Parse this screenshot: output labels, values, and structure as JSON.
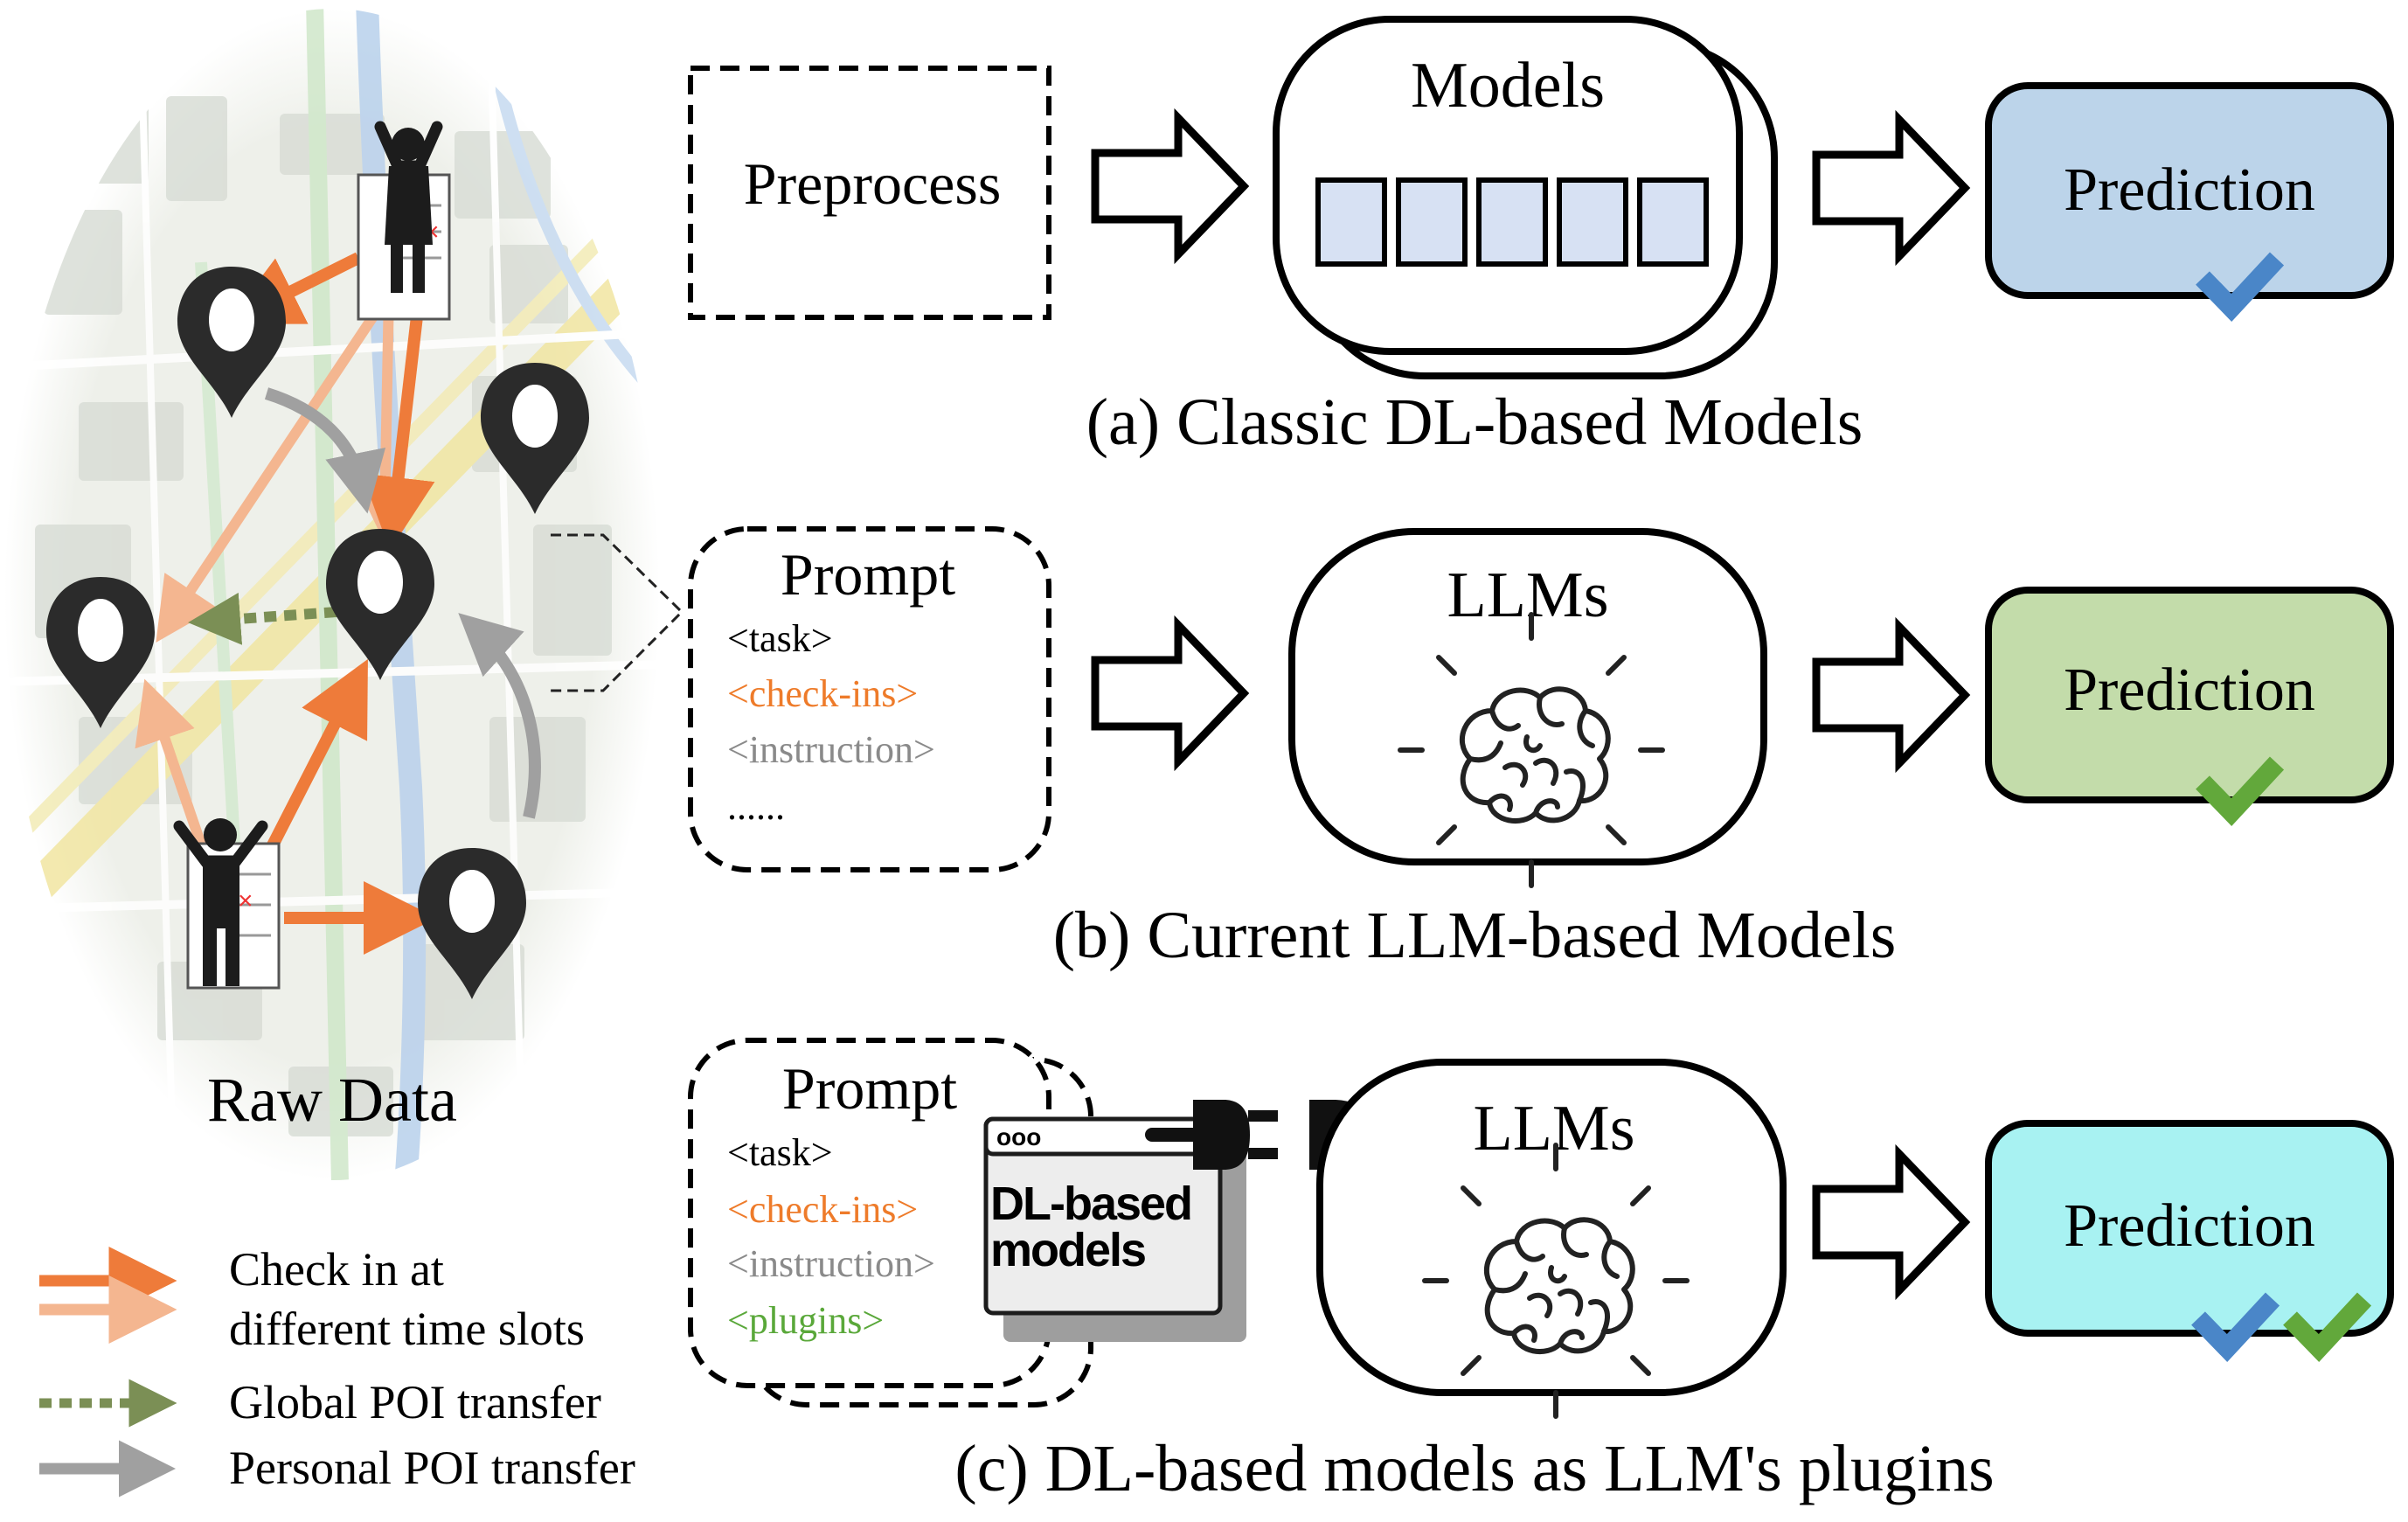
{
  "raw_data": {
    "label": "Raw Data"
  },
  "legend": {
    "checkin_line1": "Check in at",
    "checkin_line2": "different time slots",
    "global": "Global POI transfer",
    "personal": "Personal POI transfer"
  },
  "row_a": {
    "preprocess": "Preprocess",
    "models": "Models",
    "prediction": "Prediction",
    "caption": "(a) Classic DL-based Models"
  },
  "row_b": {
    "prompt_title": "Prompt",
    "prompt_lines": [
      "<task>",
      "<check-ins>",
      "<instruction>",
      "......"
    ],
    "llms": "LLMs",
    "prediction": "Prediction",
    "caption": "(b) Current LLM-based Models"
  },
  "row_c": {
    "prompt_title": "Prompt",
    "prompt_lines": [
      "<task>",
      "<check-ins>",
      "<instruction>",
      "<plugins>"
    ],
    "window_dots": "ooo",
    "plugin_line1": "DL-based",
    "plugin_line2": "models",
    "llms": "LLMs",
    "prediction": "Prediction",
    "caption": "(c) DL-based models as LLM's plugins"
  },
  "colors": {
    "check_in_orange": "#ee7b3a",
    "check_in_light": "#f4b690",
    "global_green": "#7b8f55",
    "personal_gray": "#a0a0a0",
    "prediction_a": "#bcd4ea",
    "prediction_b": "#c3dcaa",
    "prediction_c": "#a8f2f2",
    "model_cell": "#d7e1f3",
    "check_blue": "#4a86c8",
    "check_green": "#62a83b",
    "text_orange": "#ee7b2a",
    "text_gray": "#8a8a8a",
    "text_green": "#5aa83a"
  },
  "icons": [
    "location-pin-icon",
    "person-checkin-icon",
    "block-arrow-icon",
    "brain-icon",
    "checkmark-icon",
    "plug-icon",
    "socket-icon",
    "window-icon"
  ]
}
